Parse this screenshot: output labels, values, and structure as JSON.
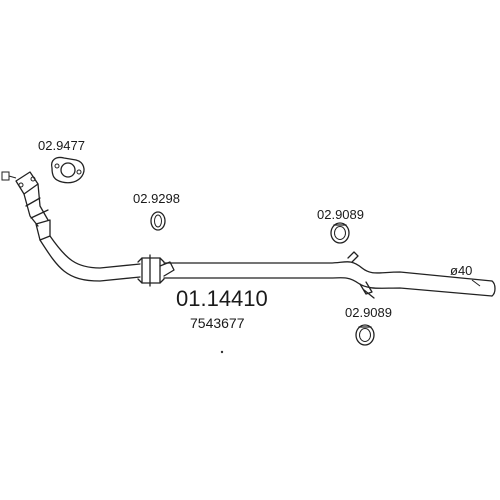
{
  "part_number": "01.14410",
  "oe_number": "7543677",
  "diameter": "ø40",
  "components": [
    {
      "code": "02.9477"
    },
    {
      "code": "02.9298"
    },
    {
      "code": "02.9089"
    },
    {
      "code": "02.9089"
    }
  ]
}
